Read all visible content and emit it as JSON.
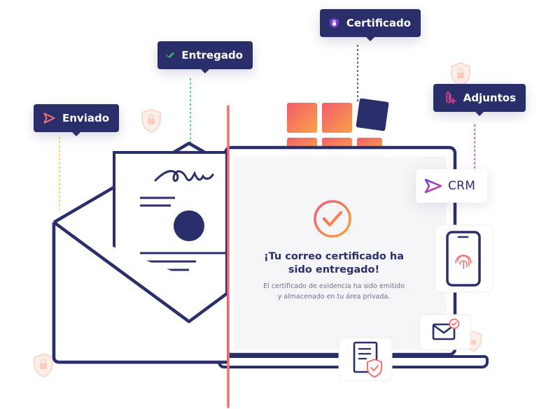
{
  "tags": {
    "enviado": "Enviado",
    "entregado": "Entregado",
    "certificado": "Certificado",
    "adjuntos": "Adjuntos"
  },
  "crm": {
    "label": "CRM"
  },
  "message": {
    "title": "¡Tu correo certificado ha sido entregado!",
    "body": "El certificado de evidencia ha sido emitido y almacenado en tu área privada."
  },
  "colors": {
    "navy": "#2a2f6b",
    "coral": "#f47070",
    "orange": "#f7894a",
    "purple": "#7a3fd1",
    "magenta": "#d43f8d",
    "green": "#3fb56a",
    "peach": "#fbd2c2"
  },
  "icons": {
    "enviado": "send-arrow-icon",
    "entregado": "double-check-icon",
    "certificado": "shield-lock-icon",
    "adjuntos": "paperclip-plus-icon",
    "crm": "send-arrow-icon"
  }
}
